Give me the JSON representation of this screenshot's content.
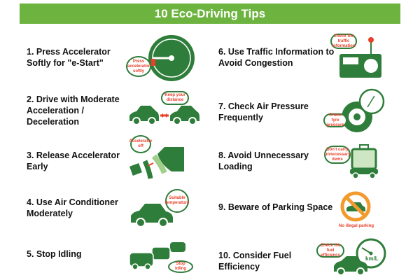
{
  "title": "10 Eco-Driving Tips",
  "colors": {
    "header": "#6db33f",
    "icon_green": "#2f7d3a",
    "accent_red": "#e8402a",
    "no_sign_orange": "#f29a2e"
  },
  "tips": [
    {
      "number": "1.",
      "lines": [
        "1. Press Accelerator",
        "Softly for \"e-Start\""
      ],
      "callout": "Press accelerator softly",
      "icon": "speedometer-icon"
    },
    {
      "number": "2.",
      "lines": [
        "2. Drive with Moderate",
        "Acceleration /",
        "Deceleration"
      ],
      "callout": "Keep your distance",
      "icon": "two-cars-icon"
    },
    {
      "number": "3.",
      "lines": [
        "3. Release Accelerator",
        "Early"
      ],
      "callout": "Accelerator off",
      "icon": "pedal-icon"
    },
    {
      "number": "4.",
      "lines": [
        "4. Use Air Conditioner",
        "Moderately"
      ],
      "callout": "Suitable temperature",
      "icon": "car-thermometer-icon"
    },
    {
      "number": "5.",
      "lines": [
        "5. Stop Idling"
      ],
      "callout": "Stop idling",
      "icon": "traffic-jam-icon"
    },
    {
      "number": "6.",
      "lines": [
        "6. Use Traffic Information to",
        "Avoid Congestion"
      ],
      "callout": "Check the traffic information",
      "icon": "radio-icon"
    },
    {
      "number": "7.",
      "lines": [
        "7. Check Air Pressure",
        "Frequently"
      ],
      "callout": "Check tyre pressure",
      "icon": "tyre-gauge-icon"
    },
    {
      "number": "8.",
      "lines": [
        "8. Avoid Unnecessary",
        "Loading"
      ],
      "callout": "Don't carry unnecessary items",
      "icon": "luggage-car-icon"
    },
    {
      "number": "9.",
      "lines": [
        "9. Beware of Parking Space"
      ],
      "callout": "No illegal parking",
      "icon": "no-parking-icon"
    },
    {
      "number": "10.",
      "lines": [
        "10. Consider Fuel",
        "Efficiency"
      ],
      "callout": "Check the fuel efficiency",
      "icon": "fuel-gauge-icon",
      "gauge_unit": "km/L"
    }
  ]
}
